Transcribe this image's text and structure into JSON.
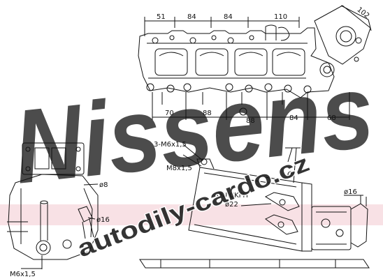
{
  "watermark": {
    "brand": "Nissens",
    "url": "autodily-cardo.cz",
    "brand_color": "#c9d6ea",
    "url_color": "#1c1c1c",
    "band_color": "#f2c9cf"
  },
  "dimensions": {
    "top": [
      "51",
      "84",
      "84",
      "110"
    ],
    "angled": "102",
    "bottom": [
      "70",
      "88",
      "88",
      "84",
      "68"
    ]
  },
  "callouts": {
    "thread_1": "3-M6x1,5",
    "thread_2": "M8x1,5",
    "quickfit": "QUICKFIT",
    "dia_22": "ø22",
    "dia_8": "ø8",
    "dia_16_left": "ø16",
    "dia_16_right": "ø16",
    "thread_bottom": "M6x1,5"
  }
}
